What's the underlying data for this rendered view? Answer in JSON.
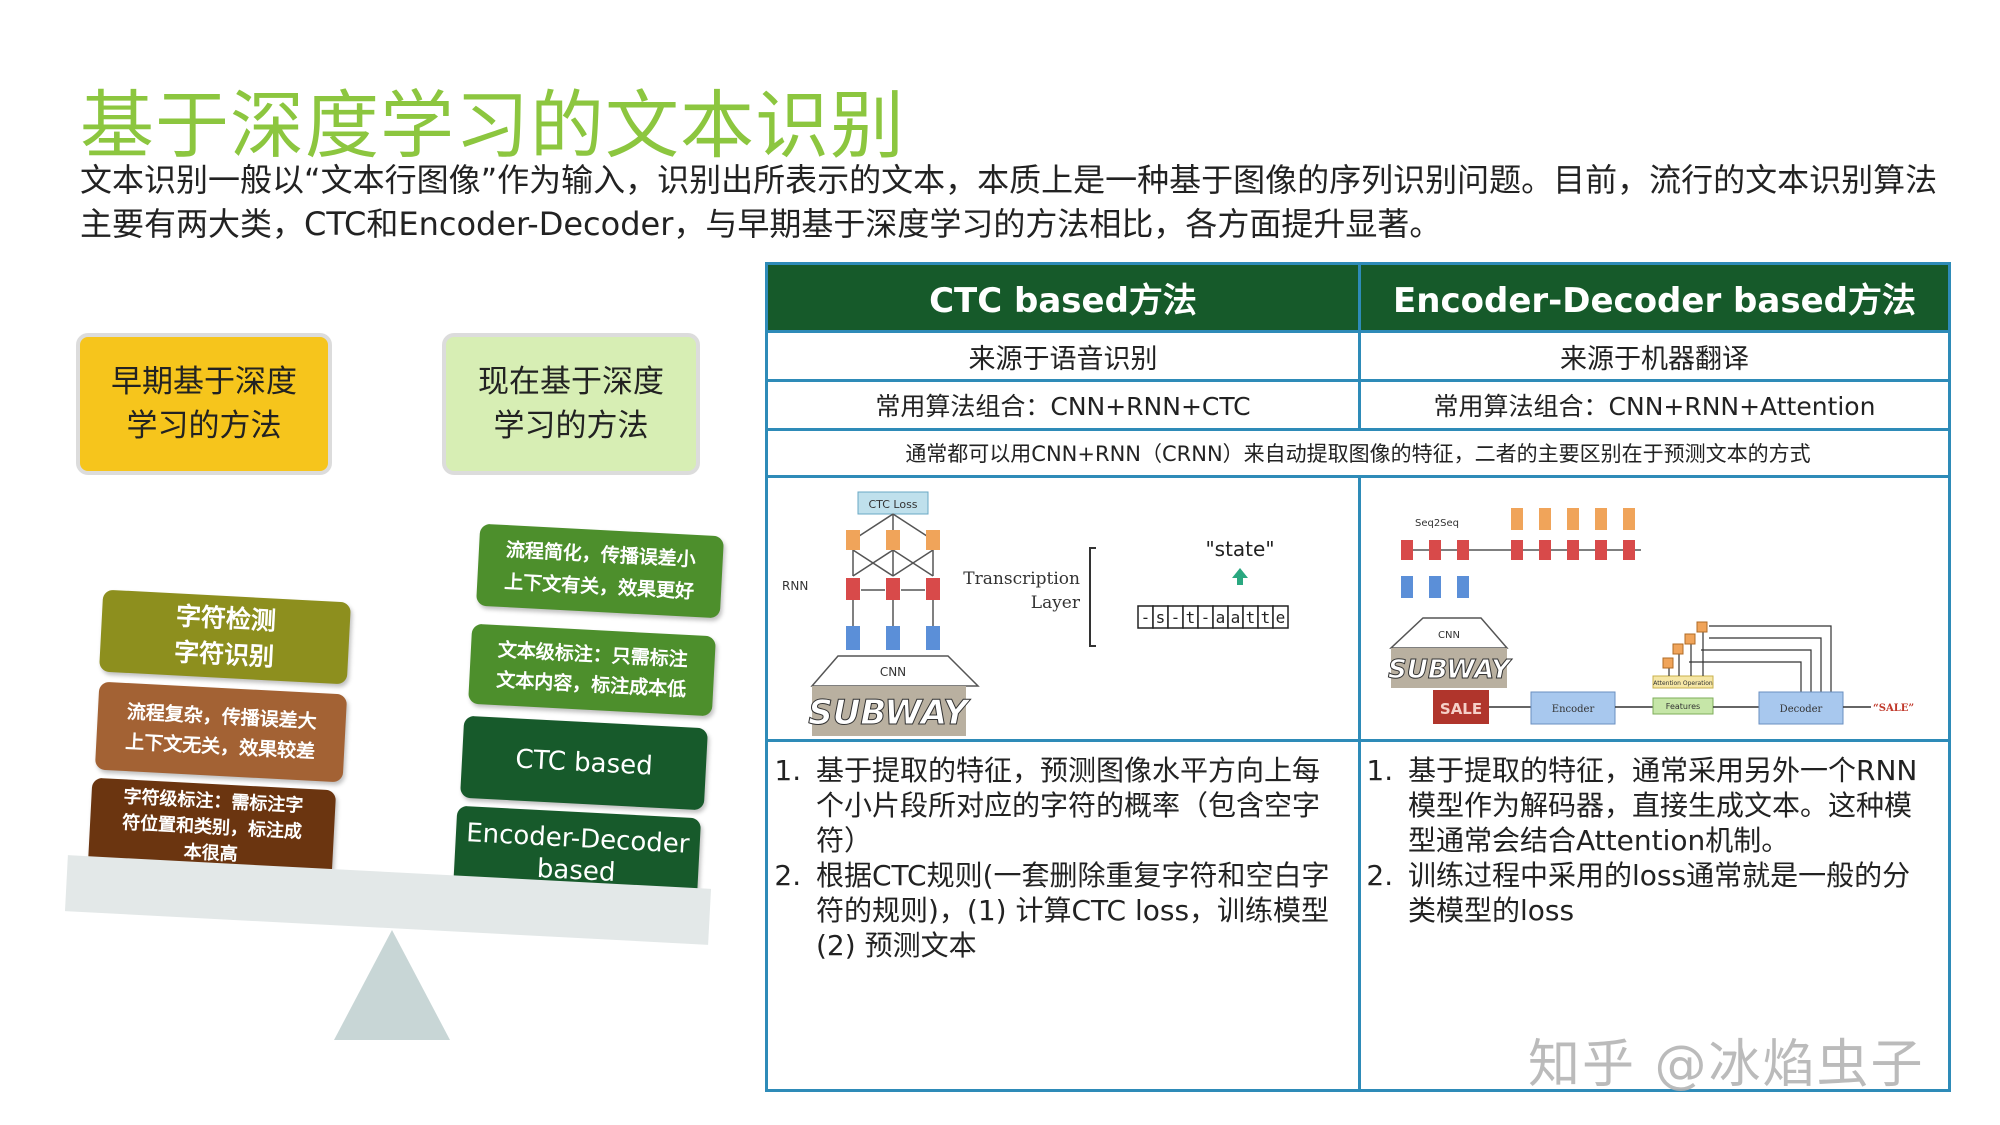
{
  "slide": {
    "title": "基于深度学习的文本识别",
    "intro": "文本识别一般以“文本行图像”作为输入，识别出所表示的文本，本质上是一种基于图像的序列识别问题。目前，流行的文本识别算法主要有两大类，CTC和Encoder-Decoder，与早期基于深度学习的方法相比，各方面提升显著。"
  },
  "balance": {
    "early_box": [
      "早期基于深度",
      "学习的方法"
    ],
    "now_box": [
      "现在基于深度",
      "学习的方法"
    ],
    "left_tiles": [
      {
        "lines": [
          "字符检测",
          "字符识别"
        ],
        "color": "#8d8f1e"
      },
      {
        "lines": [
          "流程复杂，传播误差大",
          "上下文无关，效果较差"
        ],
        "color": "#a36234"
      },
      {
        "lines": [
          "字符级标注：需标注字",
          "符位置和类别，标注成",
          "本很高"
        ],
        "color": "#6b3510"
      }
    ],
    "right_tiles": [
      {
        "lines": [
          "流程简化，传播误差小",
          "上下文有关，效果更好"
        ],
        "color": "#4d8f2c"
      },
      {
        "lines": [
          "文本级标注：只需标注",
          "文本内容，标注成本低"
        ],
        "color": "#4d8f2c"
      },
      {
        "lines": [
          "CTC based"
        ],
        "color": "#175a2b"
      },
      {
        "lines": [
          "Encoder-Decoder",
          "based"
        ],
        "color": "#175a2b"
      }
    ]
  },
  "table": {
    "headers": [
      "CTC based方法",
      "Encoder-Decoder based方法"
    ],
    "origin": [
      "来源于语音识别",
      "来源于机器翻译"
    ],
    "combo": [
      "常用算法组合：CNN+RNN+CTC",
      "常用算法组合：CNN+RNN+Attention"
    ],
    "shared": "通常都可以用CNN+RNN（CRNN）来自动提取图像的特征，二者的主要区别在于预测文本的方式",
    "ctc_figure": {
      "ctc_loss": "CTC Loss",
      "rnn": "RNN",
      "cnn": "CNN",
      "transcription": [
        "Transcription",
        "Layer"
      ],
      "state": "\"state\"",
      "sequence": [
        "-",
        "s",
        "-",
        "t",
        "-",
        "a",
        "a",
        "t",
        "t",
        "e"
      ],
      "subway": "SUBWAY"
    },
    "ed_figure": {
      "seq2seq": "Seq2Seq",
      "cnn": "CNN",
      "subway": "SUBWAY",
      "encoder": "Encoder",
      "decoder": "Decoder",
      "features": "Features",
      "attention": "Attention Operation",
      "output": "“SALE”",
      "sale_img": "SALE"
    },
    "ctc_steps": [
      "基于提取的特征，预测图像水平方向上每个小片段所对应的字符的概率（包含空字符）",
      "根据CTC规则(一套删除重复字符和空白字符的规则)，(1) 计算CTC loss，训练模型 (2) 预测文本"
    ],
    "ed_steps": [
      "基于提取的特征，通常采用另外一个RNN模型作为解码器，直接生成文本。这种模型通常会结合Attention机制。",
      "训练过程中采用的loss通常就是一般的分类模型的loss"
    ]
  },
  "watermark": "知乎 @冰焰虫子",
  "colors": {
    "title_green": "#8cc63f",
    "header_green": "#165a2a",
    "border_blue": "#2e8bb8",
    "yellow": "#f6c51c",
    "light_green": "#d7eeb4"
  }
}
